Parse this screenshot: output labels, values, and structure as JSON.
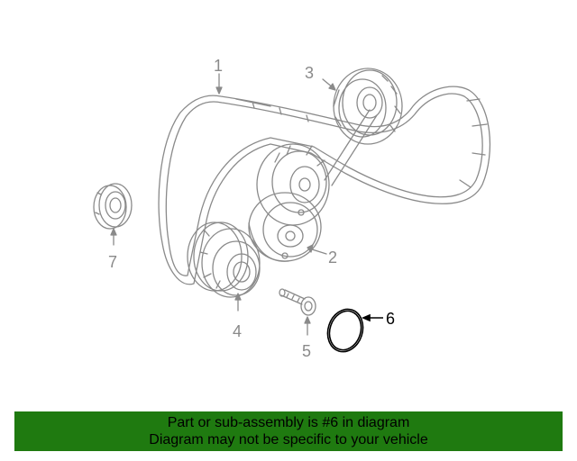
{
  "diagram": {
    "callouts": [
      {
        "id": "1",
        "label": "1"
      },
      {
        "id": "2",
        "label": "2"
      },
      {
        "id": "3",
        "label": "3"
      },
      {
        "id": "4",
        "label": "4"
      },
      {
        "id": "5",
        "label": "5"
      },
      {
        "id": "6",
        "label": "6",
        "highlighted": true
      },
      {
        "id": "7",
        "label": "7"
      }
    ],
    "colors": {
      "line": "#8a8a8a",
      "highlight": "#000000"
    }
  },
  "banner": {
    "line1": "Part or sub-assembly is #6 in diagram",
    "line2": "Diagram may not be specific to your vehicle",
    "background": "#1f7a10"
  }
}
